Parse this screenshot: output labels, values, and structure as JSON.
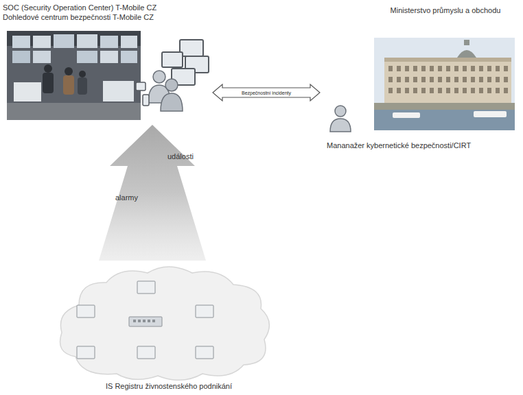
{
  "diagram": {
    "nodes": [
      {
        "text": [
          "SOC (Security Operation Center) T-Mobile CZ",
          "Dohledové centrum bezpečnosti T-Mobile CZ"
        ]
      },
      {
        "text": [
          "Ministerstvo průmyslu a obchodu",
          "Mananažer kybernetické bezpečnosti/CIRT"
        ]
      },
      {
        "text": [
          "IS Registru živnostenského podnikání"
        ]
      }
    ],
    "edges": [
      {
        "from": 0,
        "to": 1,
        "arrow": "both",
        "label": "Bezpečnostní incidenty"
      },
      {
        "from": 2,
        "to": 0,
        "arrow": "to"
      }
    ],
    "labels": [
      "alarmy",
      "události"
    ]
  }
}
